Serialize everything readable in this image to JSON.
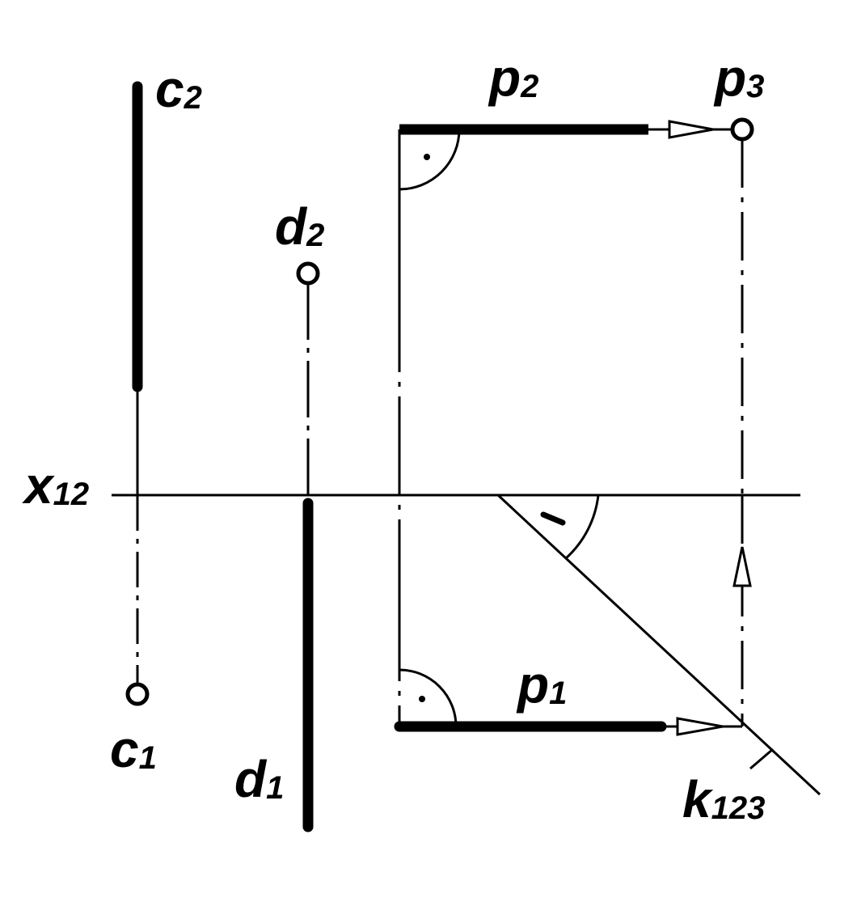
{
  "colors": {
    "ink": "#000000",
    "background": "#ffffff"
  },
  "labels": {
    "c2": {
      "main": "c",
      "sub": "2"
    },
    "c1": {
      "main": "c",
      "sub": "1"
    },
    "d2": {
      "main": "d",
      "sub": "2"
    },
    "d1": {
      "main": "d",
      "sub": "1"
    },
    "p2": {
      "main": "p",
      "sub": "2"
    },
    "p3": {
      "main": "p",
      "sub": "3"
    },
    "p1": {
      "main": "p",
      "sub": "1"
    },
    "x12": {
      "main": "x",
      "sub": "12"
    },
    "k123": {
      "main": "k",
      "sub": "123"
    }
  }
}
